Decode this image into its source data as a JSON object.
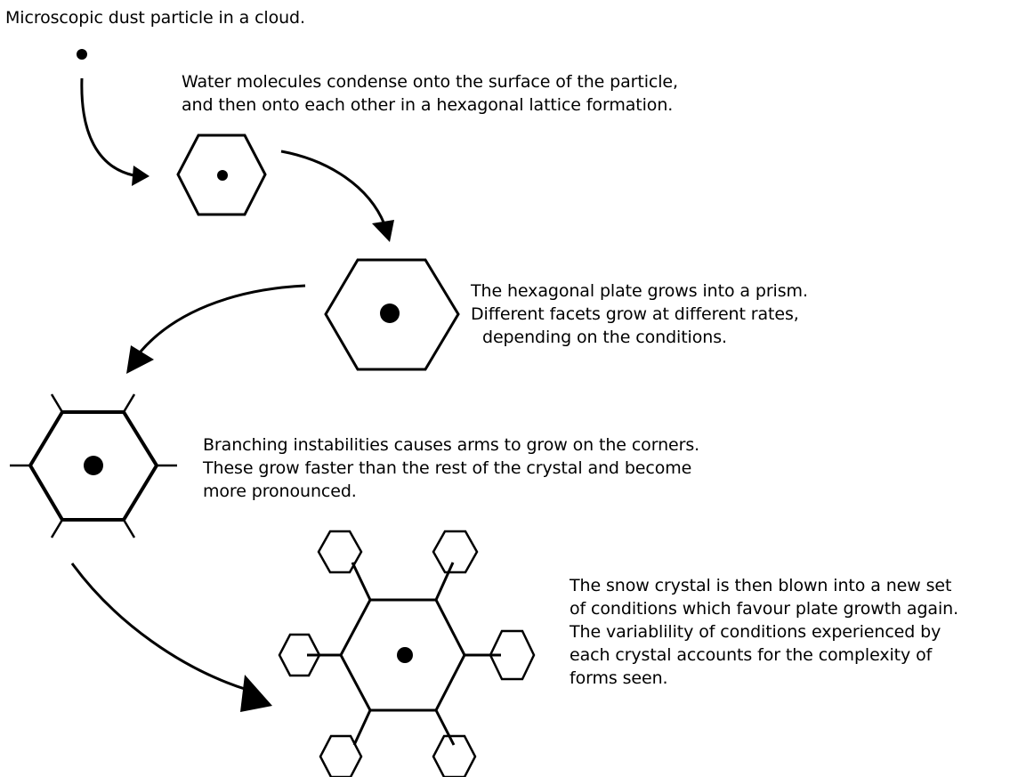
{
  "stages": [
    {
      "id": "dust",
      "lines": [
        "Microscopic dust particle in a cloud."
      ]
    },
    {
      "id": "condense",
      "lines": [
        "Water molecules condense onto the surface of the particle,",
        "and then onto each other in a hexagonal lattice formation."
      ]
    },
    {
      "id": "prism",
      "lines": [
        "The hexagonal plate grows into a prism.",
        "Different facets grow at different rates,",
        "depending on the conditions."
      ]
    },
    {
      "id": "branching",
      "lines": [
        "Branching instabilities causes arms to grow on the corners.",
        "These grow faster than the rest of the crystal and become",
        "more pronounced."
      ]
    },
    {
      "id": "snow-crystal",
      "lines": [
        "The snow crystal is then blown into a new set",
        "of conditions which favour plate growth again.",
        "The variablility of conditions experienced by",
        "each crystal accounts for the complexity of",
        "forms seen."
      ]
    }
  ],
  "colors": {
    "ink": "#000000",
    "background": "#ffffff"
  }
}
